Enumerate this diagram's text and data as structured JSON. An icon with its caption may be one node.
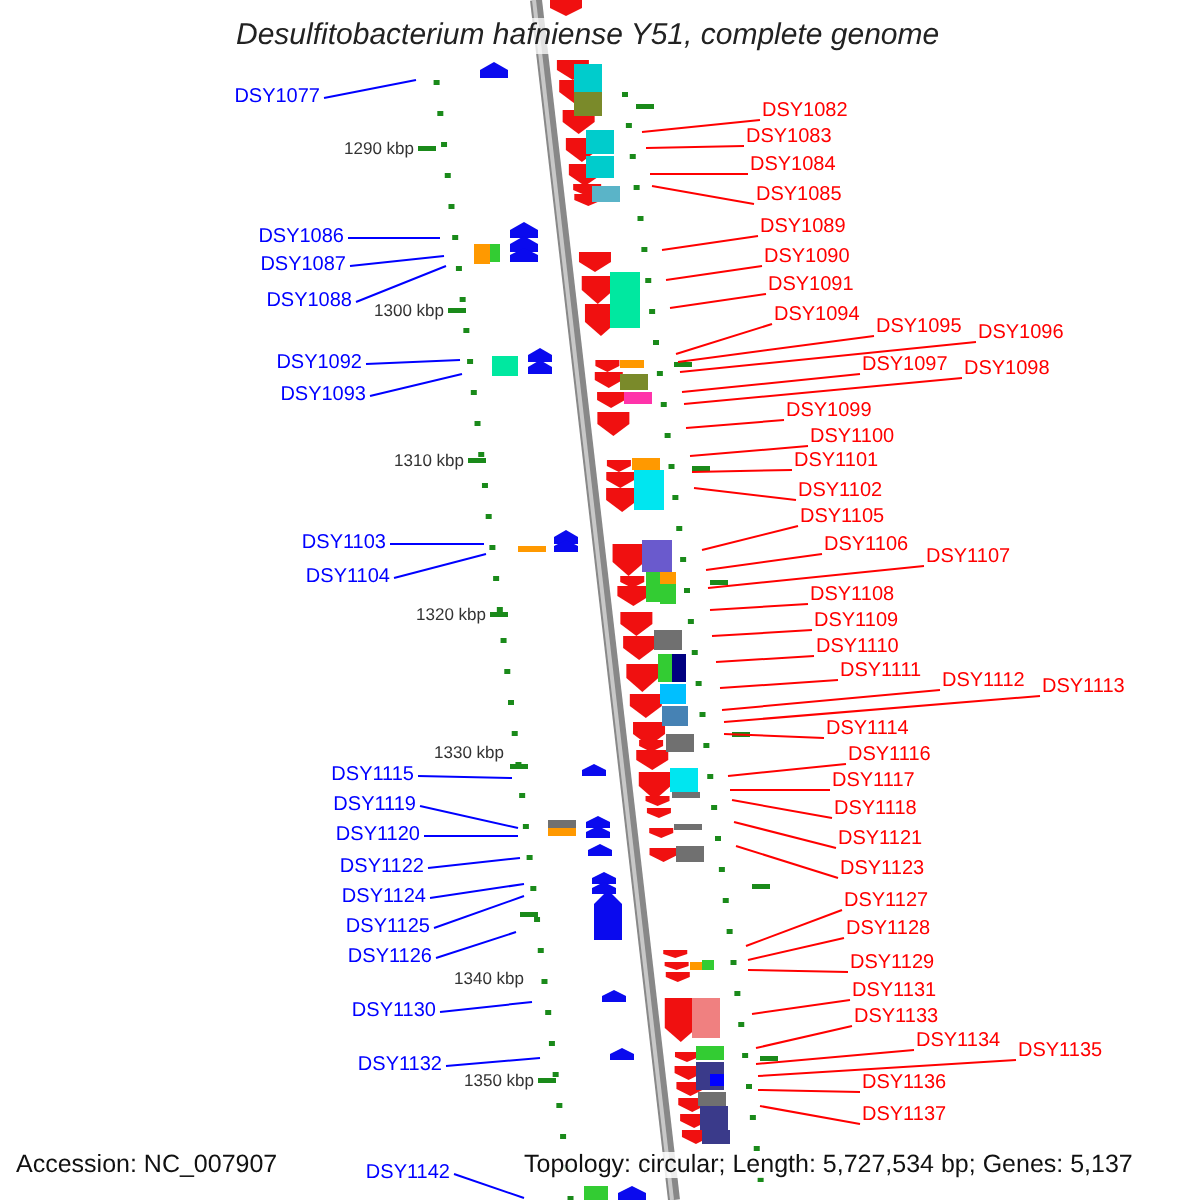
{
  "diagram": {
    "title": "Desulfitobacterium hafniense Y51, complete genome",
    "nodes": [
      {
        "text": [
          "DSY1077"
        ]
      },
      {
        "text": [
          "DSY1086"
        ]
      },
      {
        "text": [
          "DSY1087"
        ]
      },
      {
        "text": [
          "DSY1088"
        ]
      },
      {
        "text": [
          "DSY1092"
        ]
      },
      {
        "text": [
          "DSY1093"
        ]
      },
      {
        "text": [
          "DSY1103"
        ]
      },
      {
        "text": [
          "DSY1104"
        ]
      },
      {
        "text": [
          "DSY1115"
        ]
      },
      {
        "text": [
          "DSY1119"
        ]
      },
      {
        "text": [
          "DSY1120"
        ]
      },
      {
        "text": [
          "DSY1122"
        ]
      },
      {
        "text": [
          "DSY1124"
        ]
      },
      {
        "text": [
          "DSY1125"
        ]
      },
      {
        "text": [
          "DSY1126"
        ]
      },
      {
        "text": [
          "DSY1130"
        ]
      },
      {
        "text": [
          "DSY1132"
        ]
      },
      {
        "text": [
          "DSY1142"
        ]
      },
      {
        "text": [
          "DSY1082"
        ]
      },
      {
        "text": [
          "DSY1083"
        ]
      },
      {
        "text": [
          "DSY1084"
        ]
      },
      {
        "text": [
          "DSY1085"
        ]
      },
      {
        "text": [
          "DSY1089"
        ]
      },
      {
        "text": [
          "DSY1090"
        ]
      },
      {
        "text": [
          "DSY1091"
        ]
      },
      {
        "text": [
          "DSY1094"
        ]
      },
      {
        "text": [
          "DSY1095"
        ]
      },
      {
        "text": [
          "DSY1096"
        ]
      },
      {
        "text": [
          "DSY1097"
        ]
      },
      {
        "text": [
          "DSY1098"
        ]
      },
      {
        "text": [
          "DSY1099"
        ]
      },
      {
        "text": [
          "DSY1100"
        ]
      },
      {
        "text": [
          "DSY1101"
        ]
      },
      {
        "text": [
          "DSY1102"
        ]
      },
      {
        "text": [
          "DSY1105"
        ]
      },
      {
        "text": [
          "DSY1106"
        ]
      },
      {
        "text": [
          "DSY1107"
        ]
      },
      {
        "text": [
          "DSY1108"
        ]
      },
      {
        "text": [
          "DSY1109"
        ]
      },
      {
        "text": [
          "DSY1110"
        ]
      },
      {
        "text": [
          "DSY1111"
        ]
      },
      {
        "text": [
          "DSY1112"
        ]
      },
      {
        "text": [
          "DSY1113"
        ]
      },
      {
        "text": [
          "DSY1114"
        ]
      },
      {
        "text": [
          "DSY1116"
        ]
      },
      {
        "text": [
          "DSY1117"
        ]
      },
      {
        "text": [
          "DSY1118"
        ]
      },
      {
        "text": [
          "DSY1121"
        ]
      },
      {
        "text": [
          "DSY1123"
        ]
      },
      {
        "text": [
          "DSY1127"
        ]
      },
      {
        "text": [
          "DSY1128"
        ]
      },
      {
        "text": [
          "DSY1129"
        ]
      },
      {
        "text": [
          "DSY1131"
        ]
      },
      {
        "text": [
          "DSY1133"
        ]
      },
      {
        "text": [
          "DSY1134"
        ]
      },
      {
        "text": [
          "DSY1135"
        ]
      },
      {
        "text": [
          "DSY1136"
        ]
      },
      {
        "text": [
          "DSY1137"
        ]
      }
    ],
    "edges": [
      {
        "from": 0,
        "to": null,
        "arrow": "none",
        "color": "#0000ff"
      },
      {
        "from": 1,
        "to": null,
        "arrow": "none",
        "color": "#0000ff"
      },
      {
        "from": 2,
        "to": null,
        "arrow": "none",
        "color": "#0000ff"
      },
      {
        "from": 3,
        "to": null,
        "arrow": "none",
        "color": "#0000ff"
      },
      {
        "from": 4,
        "to": null,
        "arrow": "none",
        "color": "#0000ff"
      },
      {
        "from": 5,
        "to": null,
        "arrow": "none",
        "color": "#0000ff"
      },
      {
        "from": 6,
        "to": null,
        "arrow": "none",
        "color": "#0000ff"
      },
      {
        "from": 7,
        "to": null,
        "arrow": "none",
        "color": "#0000ff"
      },
      {
        "from": 8,
        "to": null,
        "arrow": "none",
        "color": "#0000ff"
      },
      {
        "from": 9,
        "to": null,
        "arrow": "none",
        "color": "#0000ff"
      },
      {
        "from": 10,
        "to": null,
        "arrow": "none",
        "color": "#0000ff"
      },
      {
        "from": 11,
        "to": null,
        "arrow": "none",
        "color": "#0000ff"
      },
      {
        "from": 12,
        "to": null,
        "arrow": "none",
        "color": "#0000ff"
      },
      {
        "from": 13,
        "to": null,
        "arrow": "none",
        "color": "#0000ff"
      },
      {
        "from": 14,
        "to": null,
        "arrow": "none",
        "color": "#0000ff"
      },
      {
        "from": 15,
        "to": null,
        "arrow": "none",
        "color": "#0000ff"
      },
      {
        "from": 16,
        "to": null,
        "arrow": "none",
        "color": "#0000ff"
      },
      {
        "from": 17,
        "to": null,
        "arrow": "none",
        "color": "#0000ff"
      },
      {
        "from": 18,
        "to": null,
        "arrow": "none"
      },
      {
        "from": 19,
        "to": null,
        "arrow": "none"
      },
      {
        "from": 20,
        "to": null,
        "arrow": "none"
      },
      {
        "from": 21,
        "to": null,
        "arrow": "none"
      },
      {
        "from": 22,
        "to": null,
        "arrow": "none"
      },
      {
        "from": 23,
        "to": null,
        "arrow": "none"
      },
      {
        "from": 24,
        "to": null,
        "arrow": "none"
      },
      {
        "from": 25,
        "to": null,
        "arrow": "none"
      },
      {
        "from": 26,
        "to": null,
        "arrow": "none"
      },
      {
        "from": 27,
        "to": null,
        "arrow": "none"
      },
      {
        "from": 28,
        "to": null,
        "arrow": "none"
      },
      {
        "from": 29,
        "to": null,
        "arrow": "none"
      },
      {
        "from": 30,
        "to": null,
        "arrow": "none"
      },
      {
        "from": 31,
        "to": null,
        "arrow": "none"
      },
      {
        "from": 32,
        "to": null,
        "arrow": "none"
      },
      {
        "from": 33,
        "to": null,
        "arrow": "none"
      },
      {
        "from": 34,
        "to": null,
        "arrow": "none"
      },
      {
        "from": 35,
        "to": null,
        "arrow": "none"
      },
      {
        "from": 36,
        "to": null,
        "arrow": "none"
      },
      {
        "from": 37,
        "to": null,
        "arrow": "none"
      },
      {
        "from": 38,
        "to": null,
        "arrow": "none"
      },
      {
        "from": 39,
        "to": null,
        "arrow": "none"
      },
      {
        "from": 40,
        "to": null,
        "arrow": "none"
      },
      {
        "from": 41,
        "to": null,
        "arrow": "none"
      },
      {
        "from": 42,
        "to": null,
        "arrow": "none"
      },
      {
        "from": 43,
        "to": null,
        "arrow": "none"
      },
      {
        "from": 44,
        "to": null,
        "arrow": "none"
      },
      {
        "from": 45,
        "to": null,
        "arrow": "none"
      },
      {
        "from": 46,
        "to": null,
        "arrow": "none"
      },
      {
        "from": 47,
        "to": null,
        "arrow": "none"
      },
      {
        "from": 48,
        "to": null,
        "arrow": "none"
      },
      {
        "from": 49,
        "to": null,
        "arrow": "none"
      },
      {
        "from": 50,
        "to": null,
        "arrow": "none"
      },
      {
        "from": 51,
        "to": null,
        "arrow": "none"
      },
      {
        "from": 52,
        "to": null,
        "arrow": "none"
      },
      {
        "from": 53,
        "to": null,
        "arrow": "none"
      },
      {
        "from": 54,
        "to": null,
        "arrow": "none"
      },
      {
        "from": 55,
        "to": null,
        "arrow": "none"
      },
      {
        "from": 56,
        "to": null,
        "arrow": "none"
      },
      {
        "from": 57,
        "to": null,
        "arrow": "none"
      }
    ],
    "labels": [
      "1290 kbp",
      "1300 kbp",
      "1310 kbp",
      "1320 kbp",
      "1330 kbp",
      "1340 kbp",
      "1350 kbp",
      "Accession: NC_007907",
      "Topology: circular; Length: 5,727,534 bp; Genes: 5,137"
    ]
  }
}
